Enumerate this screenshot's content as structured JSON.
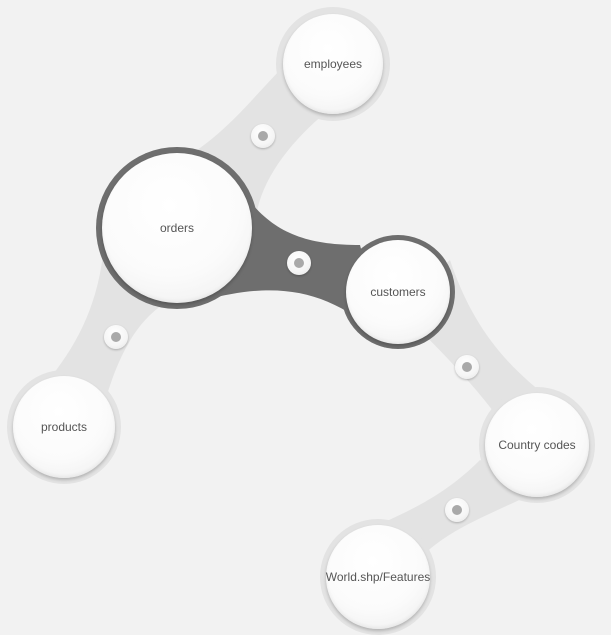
{
  "tables": {
    "employees": "employees",
    "orders": "orders",
    "customers": "customers",
    "products": "products",
    "country_codes": "Country codes",
    "world_features": "World.shp/Features"
  },
  "selected_association": "orders-customers",
  "colors": {
    "background": "#f2f2f2",
    "link_light": "#e3e3e3",
    "link_selected": "#6e6e6e",
    "knob_dot": "#a9a9a9",
    "label_text": "#555555"
  }
}
